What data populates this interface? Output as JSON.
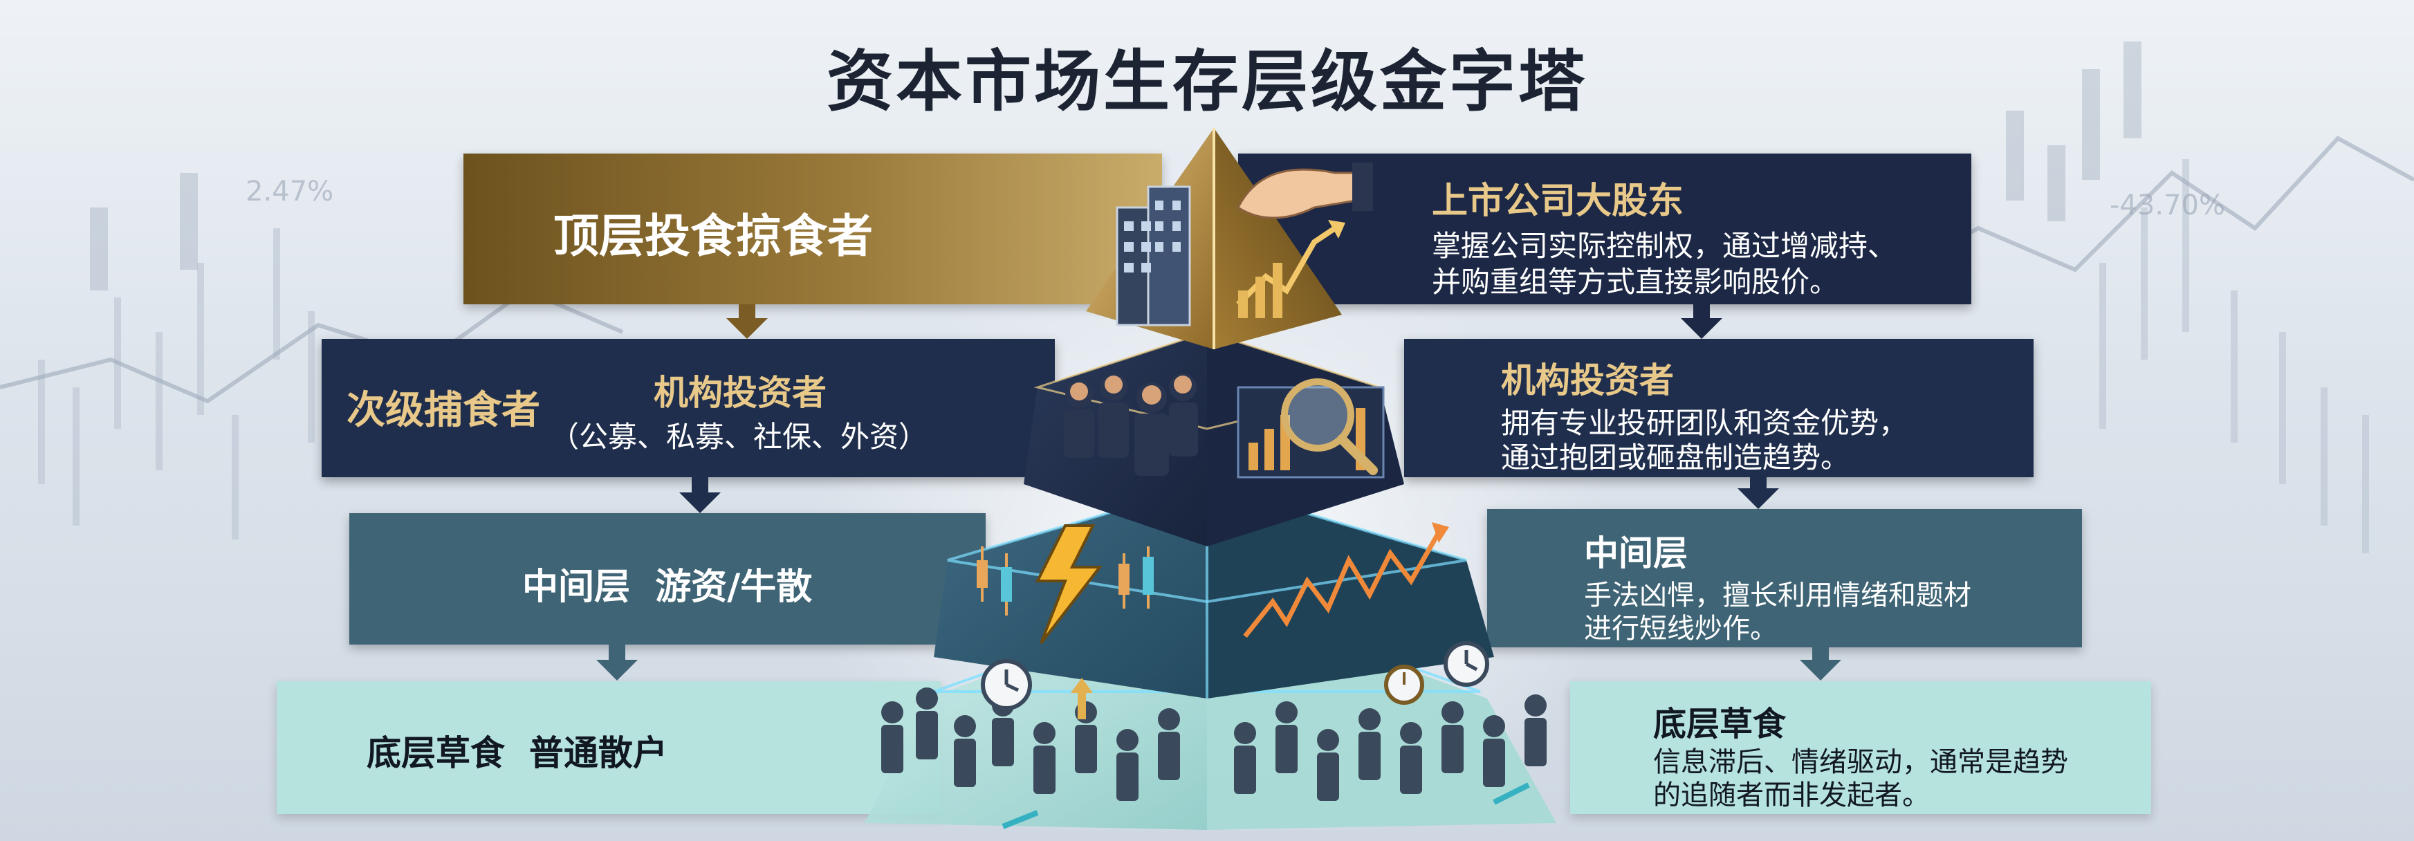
{
  "title": "资本市场生存层级金字塔",
  "bg_ticker_left": "2.47%",
  "bg_ticker_right": "-43.70%",
  "tiers": [
    {
      "left_label": "顶层投食掠食者",
      "right_title": "上市公司大股东",
      "right_desc_1": "掌握公司实际控制权，通过增减持、",
      "right_desc_2": "并购重组等方式直接影响股价。"
    },
    {
      "left_label": "次级捕食者",
      "left_sub_title": "机构投资者",
      "left_sub_desc": "（公募、私募、社保、外资）",
      "right_title": "机构投资者",
      "right_desc_1": "拥有专业投研团队和资金优势，",
      "right_desc_2": "通过抱团或砸盘制造趋势。"
    },
    {
      "left_label": "中间层  游资/牛散",
      "right_title": "中间层",
      "right_desc_1": "手法凶悍，擅长利用情绪和题材",
      "right_desc_2": "进行短线炒作。"
    },
    {
      "left_label": "底层草食  普通散户",
      "right_title": "底层草食",
      "right_desc_1": "信息滞后、情绪驱动，通常是趋势",
      "right_desc_2": "的追随者而非发起者。"
    }
  ],
  "colors": {
    "tier1_left": "#8a6a2c",
    "tier1_right": "#1c2845",
    "tier2": "#1f2e4c",
    "tier3": "#3f6475",
    "tier4": "#b7e3df",
    "gold_text": "#e8c98a",
    "arrow_dark": "#1c2845"
  }
}
